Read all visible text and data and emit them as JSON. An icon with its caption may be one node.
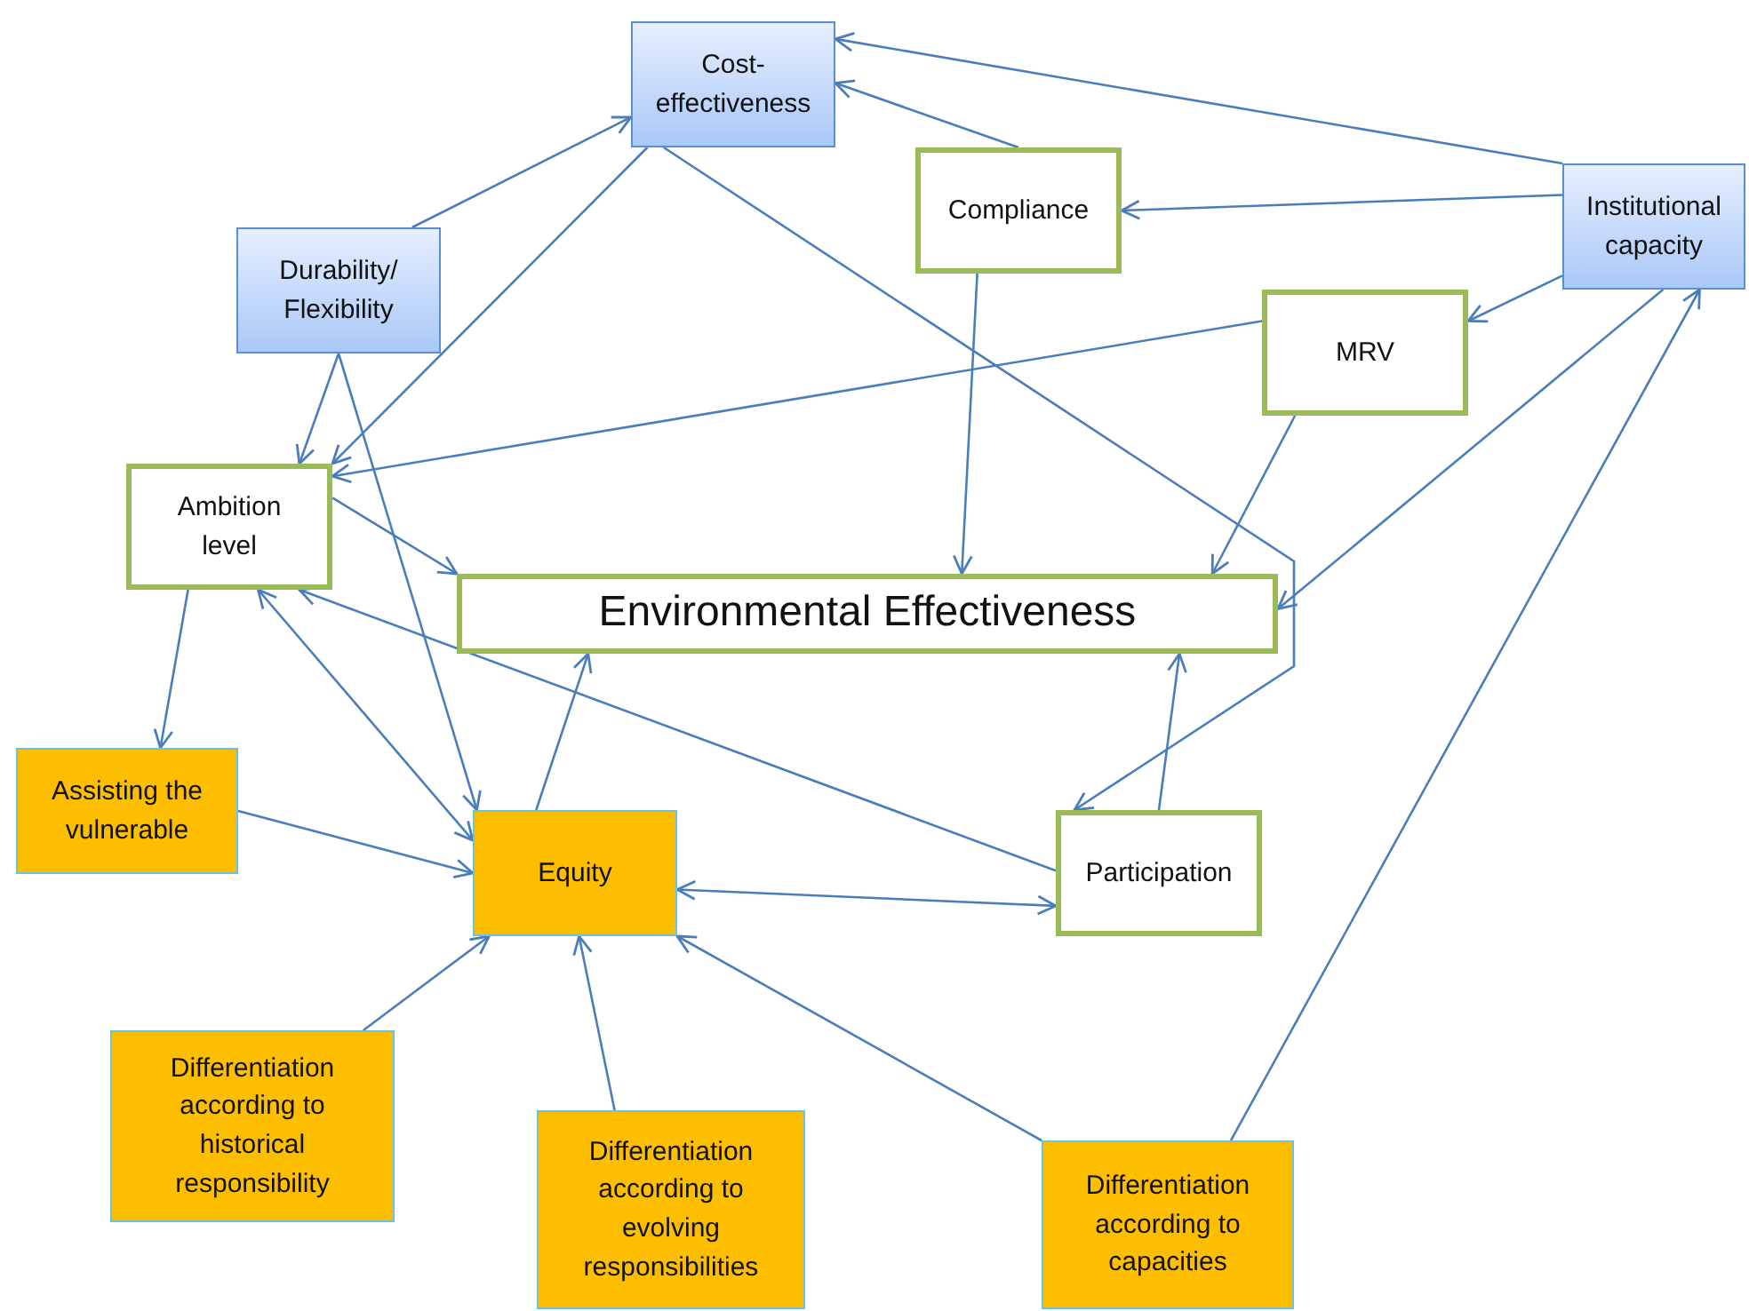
{
  "diagram": {
    "nodes": [
      {
        "text": [
          "Cost-effectiveness"
        ]
      },
      {
        "text": [
          "Compliance"
        ]
      },
      {
        "text": [
          "Institutional capacity"
        ]
      },
      {
        "text": [
          "Durability/ Flexibility"
        ]
      },
      {
        "text": [
          "MRV"
        ]
      },
      {
        "text": [
          "Ambition level"
        ]
      },
      {
        "text": [
          "Environmental Effectiveness"
        ]
      },
      {
        "text": [
          "Assisting the vulnerable"
        ]
      },
      {
        "text": [
          "Equity"
        ]
      },
      {
        "text": [
          "Participation"
        ]
      },
      {
        "text": [
          "Differentiation according to historical responsibility"
        ]
      },
      {
        "text": [
          "Differentiation according to evolving responsibilities"
        ]
      },
      {
        "text": [
          "Differentiation according to capacities"
        ]
      }
    ],
    "edges": [
      {
        "from": 3,
        "to": 0,
        "arrow": "to"
      },
      {
        "from": 0,
        "to": 5,
        "arrow": "to"
      },
      {
        "from": 0,
        "to": 9,
        "arrow": "to"
      },
      {
        "from": 1,
        "to": 0,
        "arrow": "to"
      },
      {
        "from": 2,
        "to": 0,
        "arrow": "to"
      },
      {
        "from": 2,
        "to": 1,
        "arrow": "to"
      },
      {
        "from": 2,
        "to": 4,
        "arrow": "to"
      },
      {
        "from": 2,
        "to": 6,
        "arrow": "to"
      },
      {
        "from": 12,
        "to": 2,
        "arrow": "to"
      },
      {
        "from": 1,
        "to": 6,
        "arrow": "to"
      },
      {
        "from": 4,
        "to": 5,
        "arrow": "to"
      },
      {
        "from": 4,
        "to": 6,
        "arrow": "to"
      },
      {
        "from": 3,
        "to": 5,
        "arrow": "to"
      },
      {
        "from": 3,
        "to": 8,
        "arrow": "to"
      },
      {
        "from": 5,
        "to": 6,
        "arrow": "to"
      },
      {
        "from": 5,
        "to": 7,
        "arrow": "to"
      },
      {
        "from": 5,
        "to": 8,
        "arrow": "both"
      },
      {
        "from": 9,
        "to": 5,
        "arrow": "to"
      },
      {
        "from": 7,
        "to": 8,
        "arrow": "to"
      },
      {
        "from": 8,
        "to": 6,
        "arrow": "to"
      },
      {
        "from": 8,
        "to": 9,
        "arrow": "both"
      },
      {
        "from": 9,
        "to": 6,
        "arrow": "to"
      },
      {
        "from": 10,
        "to": 8,
        "arrow": "to"
      },
      {
        "from": 11,
        "to": 8,
        "arrow": "to"
      },
      {
        "from": 12,
        "to": 8,
        "arrow": "to"
      }
    ]
  }
}
